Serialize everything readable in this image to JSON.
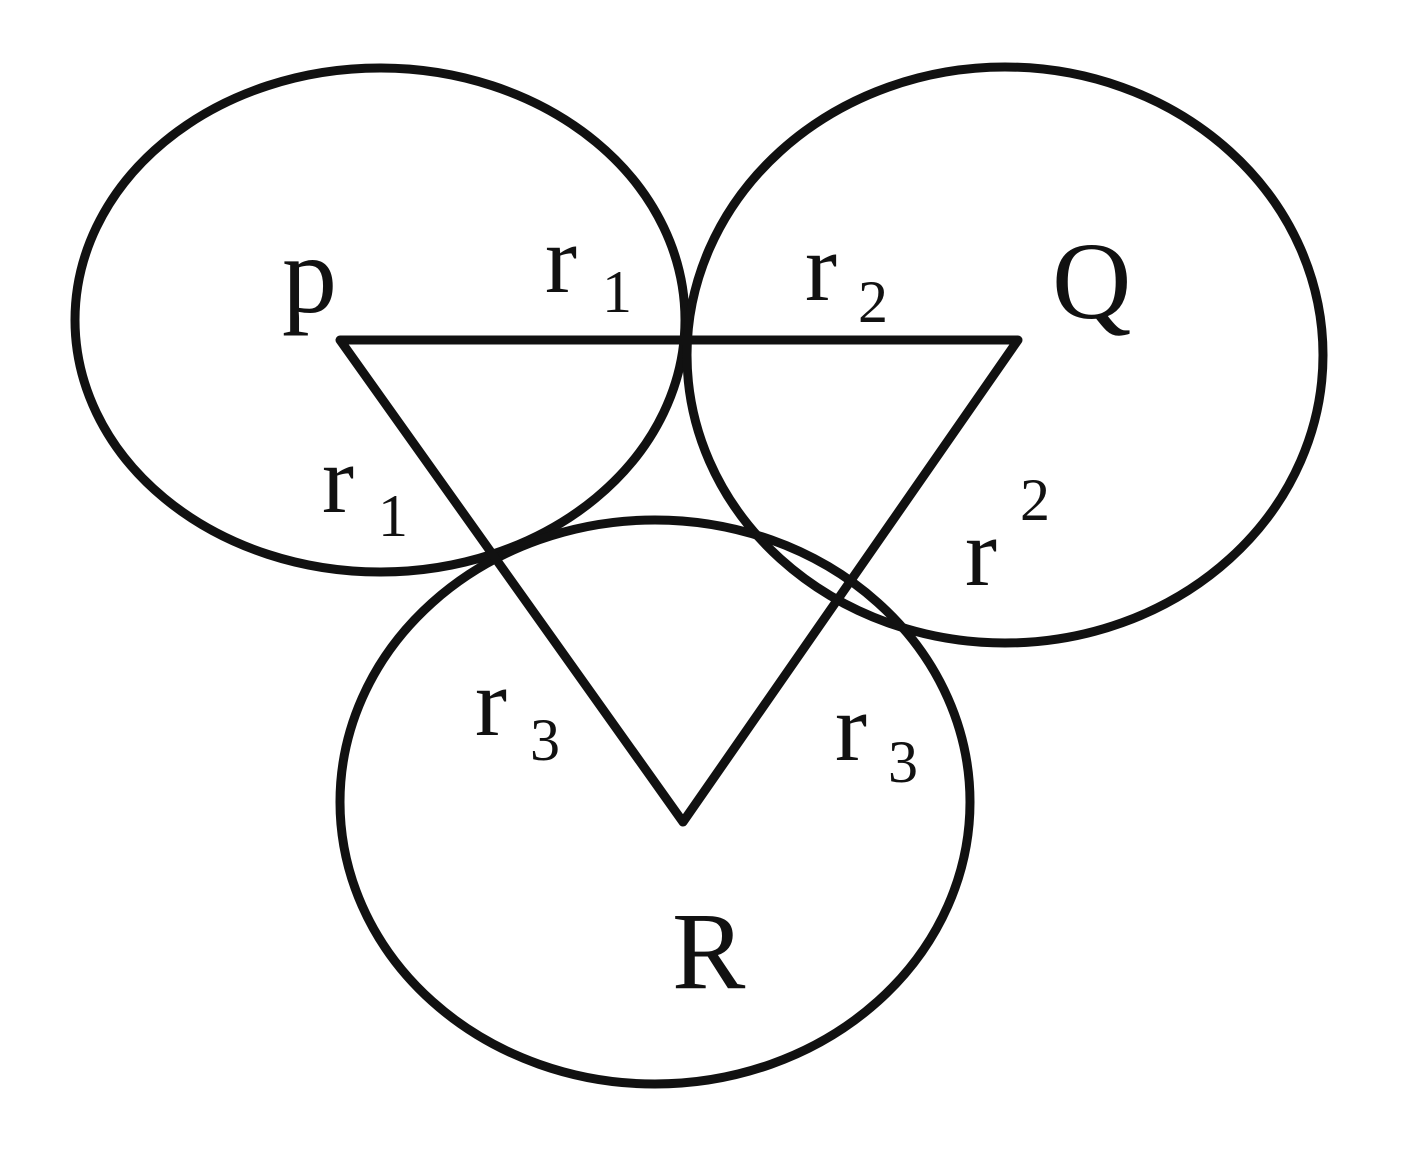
{
  "labels": {
    "p": "p",
    "q": "Q",
    "r": "R",
    "r_letter": "r",
    "sub1": "1",
    "sub2": "2",
    "sub3": "3"
  }
}
